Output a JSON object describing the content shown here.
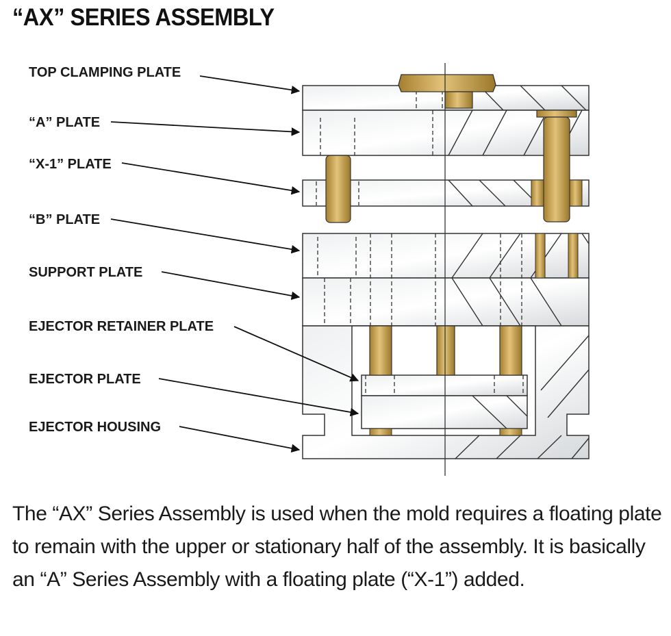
{
  "title": "“AX” SERIES ASSEMBLY",
  "labels": {
    "top_clamping_plate": "TOP CLAMPING PLATE",
    "a_plate": "“A” PLATE",
    "x1_plate": "“X-1” PLATE",
    "b_plate": "“B” PLATE",
    "support_plate": "SUPPORT PLATE",
    "ejector_retainer_plate": "EJECTOR RETAINER PLATE",
    "ejector_plate": "EJECTOR PLATE",
    "ejector_housing": "EJECTOR HOUSING"
  },
  "description": "The “AX” Series Assembly is used when the mold requires a floating plate to remain with the upper or stationary half of the assembly. It is basically an “A” Series Assembly with a floating plate (“X-1”) added.",
  "colors": {
    "plate_fill": "#e4e6e8",
    "plate_stroke": "#333333",
    "brass": "#c9a24a",
    "brass_dark": "#9c7a2a",
    "text": "#1a1a1a"
  }
}
